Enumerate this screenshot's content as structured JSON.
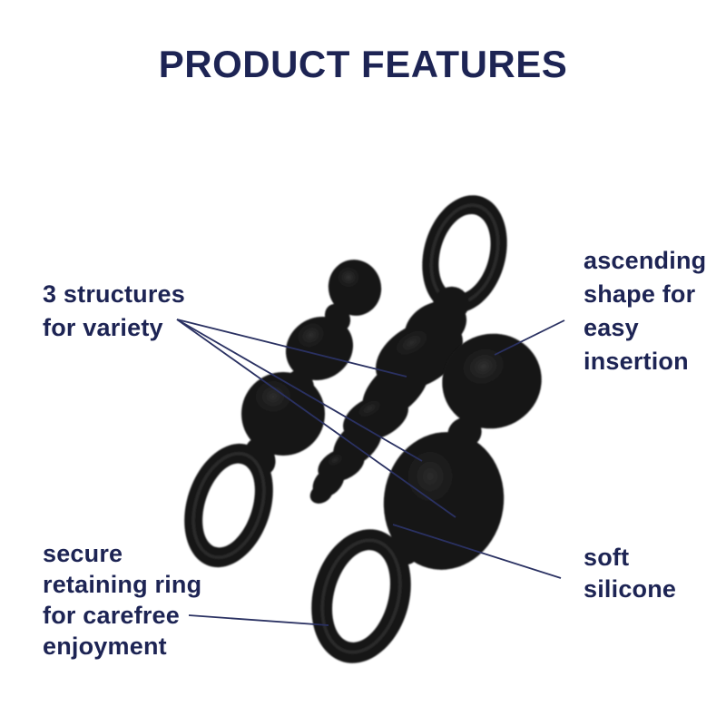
{
  "title": "PRODUCT FEATURES",
  "labels": {
    "structures": {
      "lines": [
        "3 structures",
        "for variety"
      ]
    },
    "ascending": {
      "lines": [
        "ascending",
        "shape for",
        "easy",
        "insertion"
      ]
    },
    "retaining": {
      "lines": [
        "secure",
        "retaining ring",
        "for carefree",
        "enjoyment"
      ]
    },
    "silicone": {
      "lines": [
        "soft",
        "silicone"
      ]
    }
  },
  "colors": {
    "text_navy": "#1d2454",
    "callout_line": "#2a3162",
    "product_black": "#131313",
    "background": "#ffffff"
  }
}
